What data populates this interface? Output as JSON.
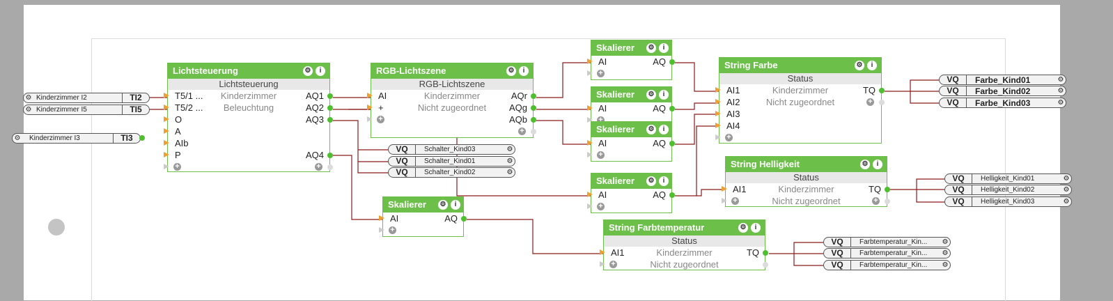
{
  "blocks": {
    "licht": {
      "title": "Lichtsteuerung",
      "status": "Lichtsteuerung",
      "in1": "T5/1 ...",
      "in1_mid": "Kinderzimmer",
      "out1": "AQ1",
      "in2": "T5/2 ...",
      "in2_mid": "Beleuchtung",
      "out2": "AQ2",
      "in3": "O",
      "out3": "AQ3",
      "in4": "A",
      "in5": "AIb",
      "in6": "P",
      "out6": "AQ4"
    },
    "rgb": {
      "title": "RGB-Lichtszene",
      "status": "RGB-Lichtszene",
      "in1": "AI",
      "in1_mid": "Kinderzimmer",
      "out1": "AQr",
      "in2": "+",
      "in2_mid": "Nicht zugeordnet",
      "out2": "AQg",
      "out3": "AQb"
    },
    "sk1": {
      "title": "Skalierer",
      "in": "AI",
      "out": "AQ"
    },
    "sk2": {
      "title": "Skalierer",
      "in": "AI",
      "out": "AQ"
    },
    "sk3": {
      "title": "Skalierer",
      "in": "AI",
      "out": "AQ"
    },
    "sk4": {
      "title": "Skalierer",
      "in": "AI",
      "out": "AQ"
    },
    "sk5": {
      "title": "Skalierer",
      "in": "AI",
      "out": "AQ"
    },
    "farbe": {
      "title": "String Farbe",
      "status": "Status",
      "in1": "AI1",
      "in1_mid": "Kinderzimmer",
      "out1": "TQ",
      "in2": "AI2",
      "in2_mid": "Nicht zugeordnet",
      "in3": "AI3",
      "in4": "AI4"
    },
    "hell": {
      "title": "String Helligkeit",
      "status": "Status",
      "in1": "AI1",
      "in1_mid": "Kinderzimmer",
      "out1": "TQ",
      "bottom_mid": "Nicht zugeordnet"
    },
    "ftemp": {
      "title": "String Farbtemperatur",
      "status": "Status",
      "in1": "AI1",
      "in1_mid": "Kinderzimmer",
      "out1": "TQ",
      "bottom_mid": "Nicht zugeordnet"
    }
  },
  "inputs": [
    {
      "name": "Kinderzimmer I2",
      "label": "TI2"
    },
    {
      "name": "Kinderzimmer I5",
      "label": "TI5"
    },
    {
      "name": "Kinderzimmer I3",
      "label": "TI3"
    }
  ],
  "outputs": {
    "vq": "VQ",
    "schalter": [
      "Schalter_Kind03",
      "Schalter_Kind01",
      "Schalter_Kind02"
    ],
    "farbe": [
      "Farbe_Kind01",
      "Farbe_Kind02",
      "Farbe_Kind03"
    ],
    "hell": [
      "Helligkeit_Kind01",
      "Helligkeit_Kind02",
      "Helligkeit_Kind03"
    ],
    "ftemp": [
      "Farbtemperatur_Kin...",
      "Farbtemperatur_Kin...",
      "Farbtemperatur_Kin..."
    ]
  },
  "icons": {
    "settings": "gear-icon",
    "info": "info-icon",
    "add": "plus-icon"
  },
  "colors": {
    "block": "#6cc04a",
    "wire": "#8b1a1a",
    "input_pin": "#f0a030",
    "output_pin": "#4ec030"
  }
}
